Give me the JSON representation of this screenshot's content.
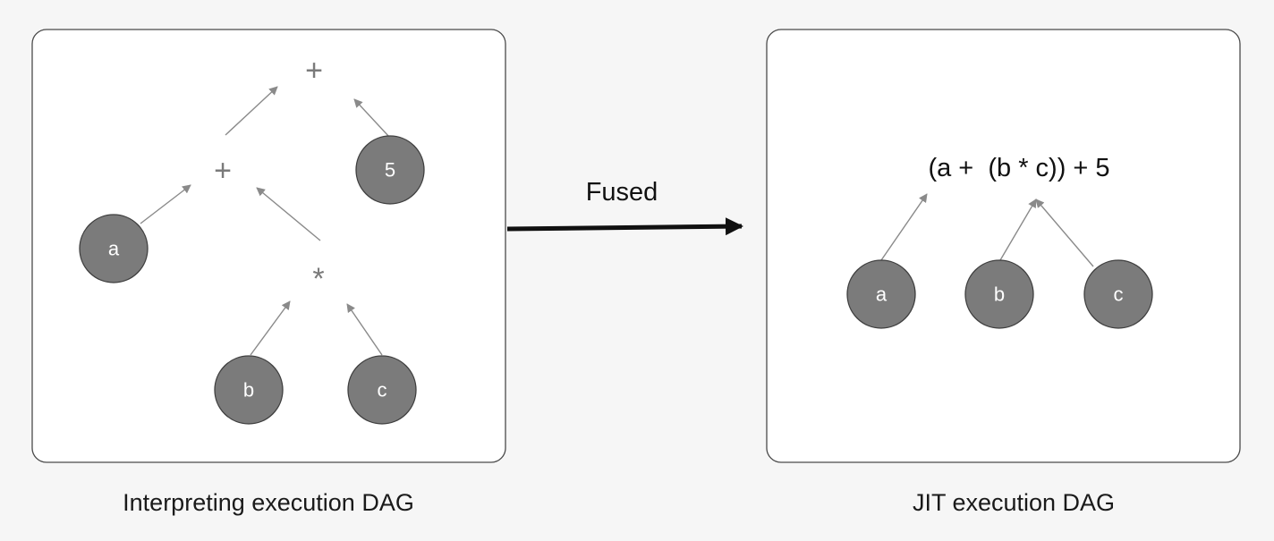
{
  "left_panel": {
    "caption": "Interpreting execution DAG",
    "ops": {
      "top_plus": "+",
      "mid_plus": "+",
      "mult": "*"
    },
    "nodes": {
      "a": "a",
      "b": "b",
      "c": "c",
      "five": "5"
    }
  },
  "transition": {
    "label": "Fused"
  },
  "right_panel": {
    "caption": "JIT execution DAG",
    "expression": "(a +  (b * c)) + 5",
    "nodes": {
      "a": "a",
      "b": "b",
      "c": "c"
    }
  },
  "colors": {
    "node_fill": "#7b7b7b",
    "edge": "#8a8a8a",
    "fuse_arrow": "#111111",
    "background": "#f6f6f6"
  }
}
